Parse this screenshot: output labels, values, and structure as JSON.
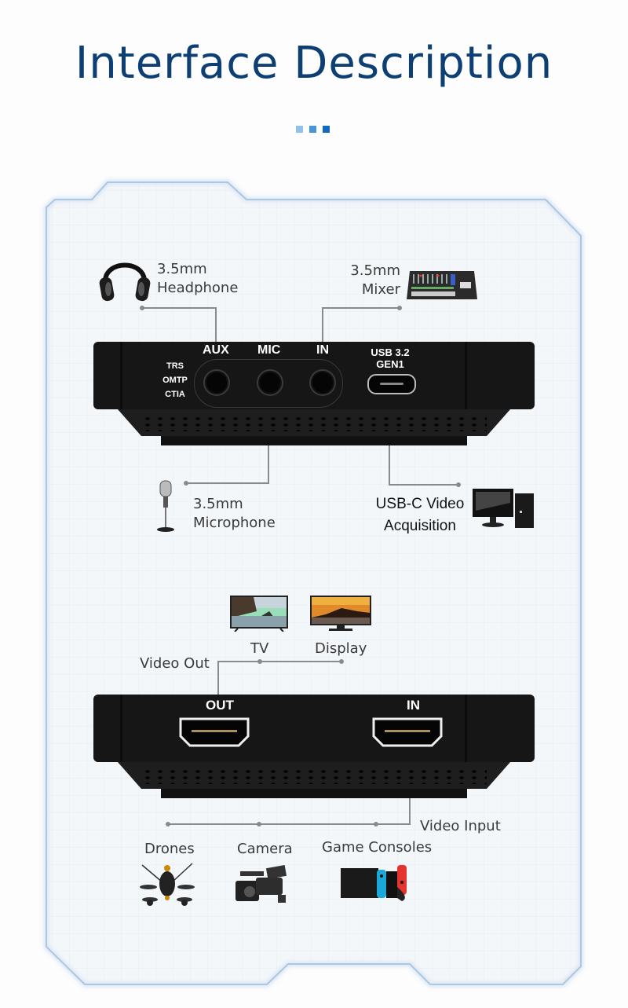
{
  "header": {
    "title": "Interface Description",
    "dot_colors": [
      "#8fc1ea",
      "#4a95d6",
      "#0f6ac0"
    ]
  },
  "colors": {
    "title": "#0d3f74",
    "frame_stroke": "#a9c7e6",
    "connector": "#8a8a8a",
    "device_body": "#161616"
  },
  "top_panel": {
    "device": {
      "side_labels": [
        "TRS",
        "OMTP",
        "CTIA"
      ],
      "ports": [
        {
          "label": "AUX",
          "type": "3.5mm jack"
        },
        {
          "label": "MIC",
          "type": "3.5mm jack"
        },
        {
          "label": "IN",
          "type": "3.5mm jack"
        },
        {
          "label": "USB 3.2\nGEN1",
          "label_line1": "USB 3.2",
          "label_line2": "GEN1",
          "type": "usb-c"
        }
      ]
    },
    "callouts": {
      "headphone": {
        "line1": "3.5mm",
        "line2": "Headphone",
        "icon": "headphone-icon"
      },
      "mixer": {
        "line1": "3.5mm",
        "line2": "Mixer",
        "icon": "mixer-icon"
      },
      "microphone": {
        "line1": "3.5mm",
        "line2": "Microphone",
        "icon": "microphone-icon"
      },
      "usbc": {
        "line1": "USB-C Video",
        "line2": "Acquisition",
        "icon": "computer-icon"
      }
    }
  },
  "bottom_panel": {
    "device": {
      "ports": [
        {
          "label": "OUT",
          "type": "hdmi"
        },
        {
          "label": "IN",
          "type": "hdmi"
        }
      ]
    },
    "video_out": {
      "label": "Video Out",
      "targets": [
        {
          "label": "TV",
          "icon": "tv-icon"
        },
        {
          "label": "Display",
          "icon": "monitor-icon"
        }
      ]
    },
    "video_in": {
      "label": "Video Input",
      "sources": [
        {
          "label": "Drones",
          "icon": "drone-icon"
        },
        {
          "label": "Camera",
          "icon": "camera-icon"
        },
        {
          "label": "Game Consoles",
          "icon": "game-console-icon"
        }
      ]
    }
  }
}
